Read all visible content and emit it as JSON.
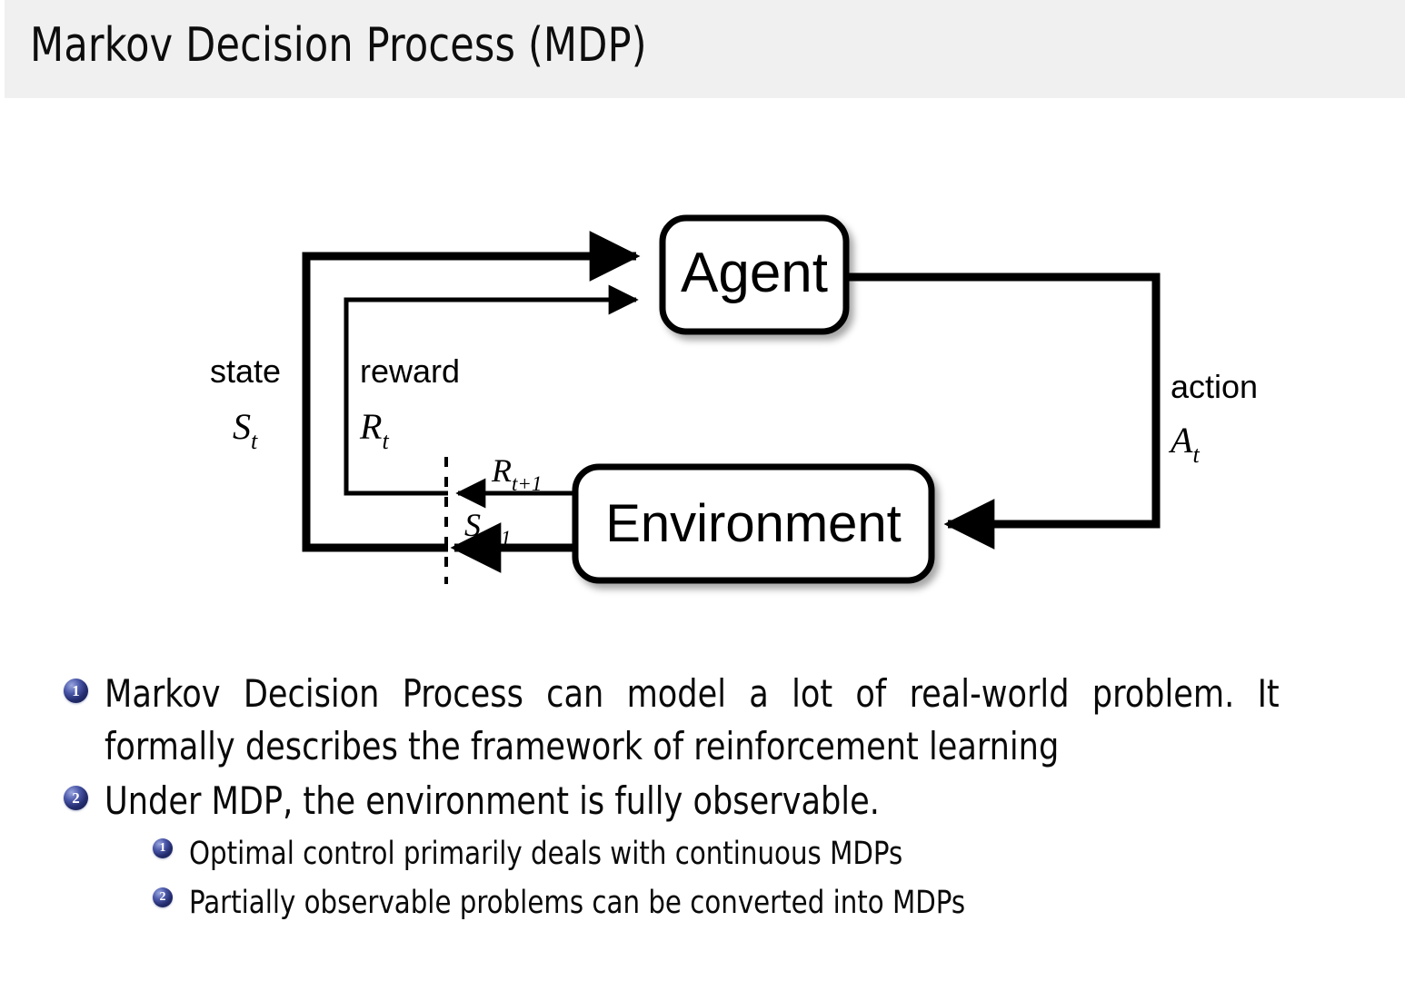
{
  "header": {
    "title": "Markov Decision Process (MDP)",
    "band_color": "#f0f0f0"
  },
  "diagram": {
    "name": "agent-environment-interaction-loop",
    "nodes": [
      {
        "id": "agent",
        "label": "Agent"
      },
      {
        "id": "environment",
        "label": "Environment"
      }
    ],
    "edge_labels": {
      "state_word": "state",
      "state_symbol_base": "S",
      "state_symbol_sub": "t",
      "reward_word": "reward",
      "reward_symbol_base": "R",
      "reward_symbol_sub": "t",
      "action_word": "action",
      "action_symbol_base": "A",
      "action_symbol_sub": "t",
      "next_reward_base": "R",
      "next_reward_sub": "t+1",
      "next_state_base": "S",
      "next_state_sub": "t+1"
    },
    "stroke_color": "#000000",
    "box_fill": "#ffffff"
  },
  "bullets": {
    "items": [
      {
        "number": "1",
        "level": 1,
        "lines": [
          "Markov Decision Process can model a lot of real-world problem. It",
          "formally describes the framework of reinforcement learning"
        ]
      },
      {
        "number": "2",
        "level": 1,
        "lines": [
          "Under MDP, the environment is fully observable."
        ]
      },
      {
        "number": "1",
        "level": 2,
        "lines": [
          "Optimal control primarily deals with continuous MDPs"
        ]
      },
      {
        "number": "2",
        "level": 2,
        "lines": [
          "Partially observable problems can be converted into MDPs"
        ]
      }
    ],
    "badge_color": "#232c6e"
  }
}
